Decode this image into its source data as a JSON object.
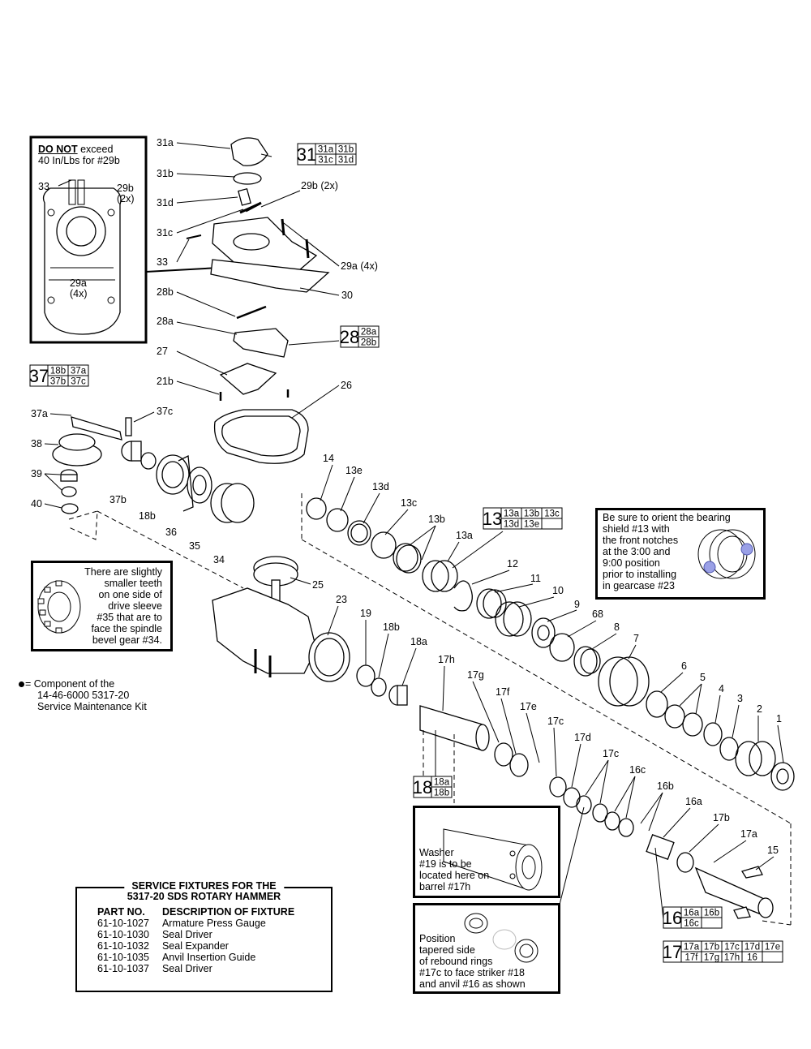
{
  "torque_note": {
    "emph": "DO NOT",
    "line1_rest": " exceed",
    "line2": "40 In/Lbs for #29b"
  },
  "kit_legend": {
    "line1": "= Component of the",
    "line2": "14-46-6000 5317-20",
    "line3": "Service Maintenance Kit"
  },
  "drive_sleeve_note": [
    "There are slightly",
    "smaller teeth",
    "on one side of",
    "drive sleeve",
    "#35 that are to",
    "face the spindle",
    "bevel gear #34."
  ],
  "bearing_note": [
    "Be sure to orient the bearing",
    "shield #13 with",
    "the front notches",
    "at the 3:00 and",
    "9:00 position",
    "prior to installing",
    "in gearcase #23"
  ],
  "washer_note": [
    "Washer",
    "#19 is to be",
    "located here on",
    "barrel #17h"
  ],
  "rebound_note": [
    "Position",
    "tapered side",
    "of rebound rings",
    "#17c to face striker #18",
    "and anvil #16 as shown"
  ],
  "fixtures": {
    "title_line1": "SERVICE FIXTURES FOR THE",
    "title_line2": "5317-20 SDS ROTARY HAMMER",
    "col_part": "PART NO.",
    "col_desc": "DESCRIPTION OF FIXTURE",
    "rows": [
      {
        "part": "61-10-1027",
        "desc": "Armature Press Gauge"
      },
      {
        "part": "61-10-1030",
        "desc": "Seal Driver"
      },
      {
        "part": "61-10-1032",
        "desc": "Seal Expander"
      },
      {
        "part": "61-10-1035",
        "desc": "Anvil Insertion Guide"
      },
      {
        "part": "61-10-1037",
        "desc": "Seal Driver"
      }
    ]
  },
  "kits": [
    {
      "main": "31",
      "subs": [
        "31a",
        "31b",
        "31c",
        "31d"
      ]
    },
    {
      "main": "28",
      "subs": [
        "28a",
        "28b"
      ]
    },
    {
      "main": "37",
      "subs": [
        "18b",
        "37a",
        "37b",
        "37c"
      ]
    },
    {
      "main": "13",
      "subs": [
        "13a",
        "13b",
        "13c",
        "13d",
        "13e",
        ""
      ]
    },
    {
      "main": "18",
      "subs": [
        "18a",
        "18b"
      ]
    },
    {
      "main": "16",
      "subs": [
        "16a",
        "16b",
        "16c",
        ""
      ]
    },
    {
      "main": "17",
      "subs": [
        "17a",
        "17b",
        "17c",
        "17d",
        "17e",
        "17f",
        "17g",
        "17h",
        "16",
        ""
      ]
    }
  ],
  "callouts": [
    "31a",
    "31b",
    "31d",
    "31c",
    "33",
    "29b (2x)",
    "29a (4x)",
    "30",
    "28b",
    "28a",
    "27",
    "21b",
    "26",
    "37a",
    "37c",
    "38",
    "39",
    "40",
    "37b",
    "18b",
    "36",
    "35",
    "34",
    "14",
    "13e",
    "13d",
    "13c",
    "13b",
    "13a",
    "12",
    "11",
    "10",
    "9",
    "68",
    "8",
    "7",
    "6",
    "5",
    "4",
    "3",
    "2",
    "1",
    "25",
    "23",
    "19",
    "18b",
    "18a",
    "17h",
    "17g",
    "17f",
    "17e",
    "17c",
    "17d",
    "17c",
    "16c",
    "16b",
    "16a",
    "17b",
    "17a",
    "15",
    "33",
    "29b",
    "(2x)",
    "29a",
    "(4x)",
    "17h",
    "19",
    "17c"
  ]
}
